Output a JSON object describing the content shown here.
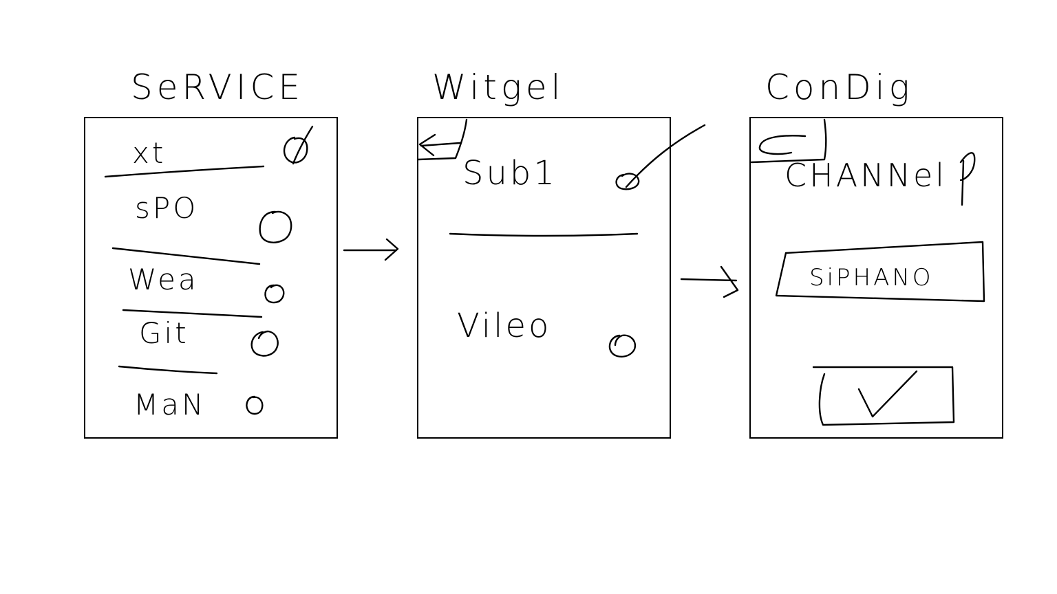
{
  "screens": {
    "service": {
      "title": "SeRVICE",
      "items": [
        {
          "label": "xt",
          "selected": true
        },
        {
          "label": "sPO",
          "selected": false
        },
        {
          "label": "Wea",
          "selected": false
        },
        {
          "label": "Git",
          "selected": false
        },
        {
          "label": "MaN",
          "selected": false
        }
      ]
    },
    "widget": {
      "title": "Witgel",
      "items": [
        {
          "label": "Sub1",
          "selected": true
        },
        {
          "label": "Vileo",
          "selected": false
        }
      ]
    },
    "config": {
      "title": "ConDig",
      "heading": "CHANNel",
      "field_value": "SiPHANO",
      "confirm_icon": "checkmark-icon"
    }
  },
  "flow": [
    "service",
    "widget",
    "config"
  ],
  "colors": {
    "stroke": "#000000",
    "background": "#ffffff"
  }
}
